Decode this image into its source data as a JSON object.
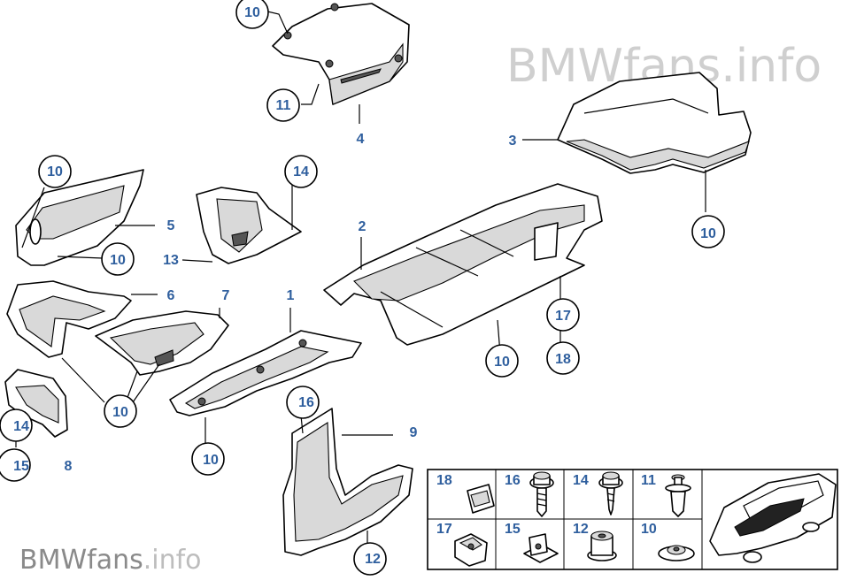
{
  "watermark_top": {
    "brand": "BMWfans",
    "suffix": ".info"
  },
  "watermark_bottom": {
    "brand": "BMWfans",
    "suffix": ".info"
  },
  "callouts": {
    "c10a": "10",
    "c11a": "11",
    "c4": "4",
    "c3": "3",
    "c10b": "10",
    "c10c": "10",
    "c5": "5",
    "c10d": "10",
    "c14a": "14",
    "c13": "13",
    "c2": "2",
    "c6": "6",
    "c7": "7",
    "c1": "1",
    "c17": "17",
    "c18": "18",
    "c10e": "10",
    "c10f": "10",
    "c14b": "14",
    "c15": "15",
    "c8": "8",
    "c10g": "10",
    "c16": "16",
    "c9": "9",
    "c12": "12"
  },
  "legend": {
    "top": [
      "18",
      "16",
      "14",
      "11"
    ],
    "bottom": [
      "17",
      "15",
      "12",
      "10"
    ]
  }
}
